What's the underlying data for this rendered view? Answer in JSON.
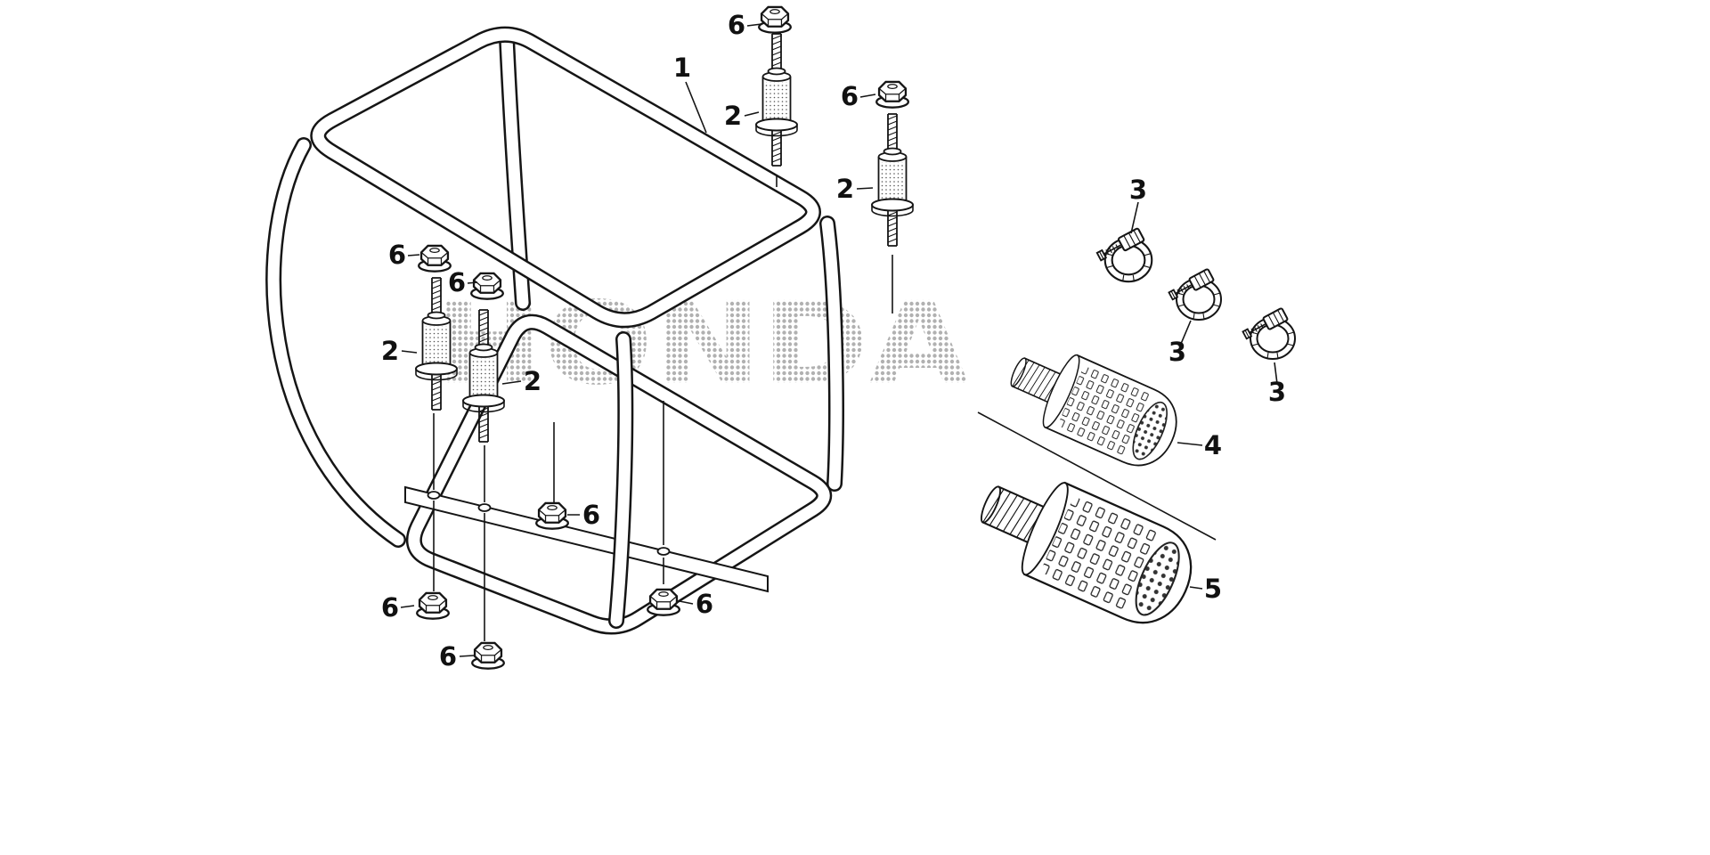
{
  "diagram": {
    "watermark": "HONDA",
    "callouts": {
      "c1": "1",
      "c2": "2",
      "c3": "3",
      "c4": "4",
      "c5": "5",
      "c6": "6"
    }
  }
}
